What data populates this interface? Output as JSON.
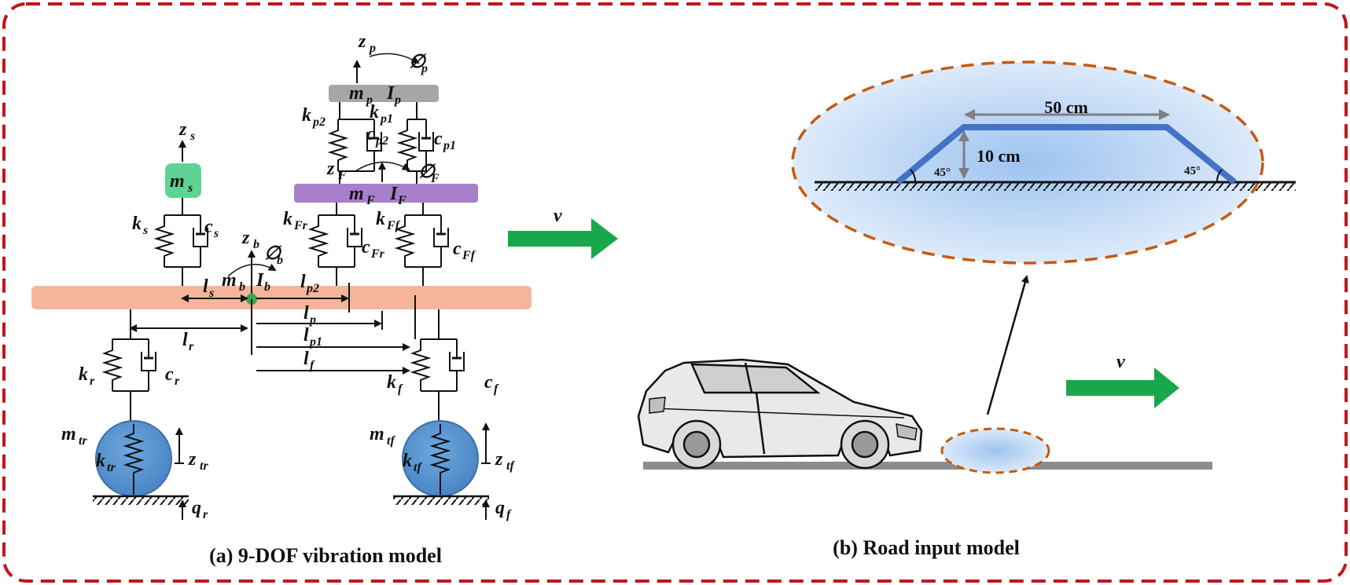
{
  "captions": {
    "a": "(a) 9-DOF vibration model",
    "b": "(b) Road input model"
  },
  "bump": {
    "width_label": "50 cm",
    "height_label": "10 cm",
    "angle_left": "45°",
    "angle_right": "45°"
  },
  "symbols": {
    "z": "z",
    "phi": "∅",
    "m": "m",
    "I": "I",
    "k": "k",
    "c": "c",
    "l": "l",
    "q": "q",
    "v": "v"
  },
  "colors": {
    "border": "#c0161d",
    "body_bar": "#f4b59b",
    "seat_mass": "#60d394",
    "frame_mass": "#a77fcb",
    "passenger_mass": "#a6a6a6",
    "tire": "#5b9bd5",
    "arrow": "#18a84b",
    "bump": "#4472c4",
    "ellipse_border": "#c55a11",
    "road": "#8c8c8c"
  }
}
